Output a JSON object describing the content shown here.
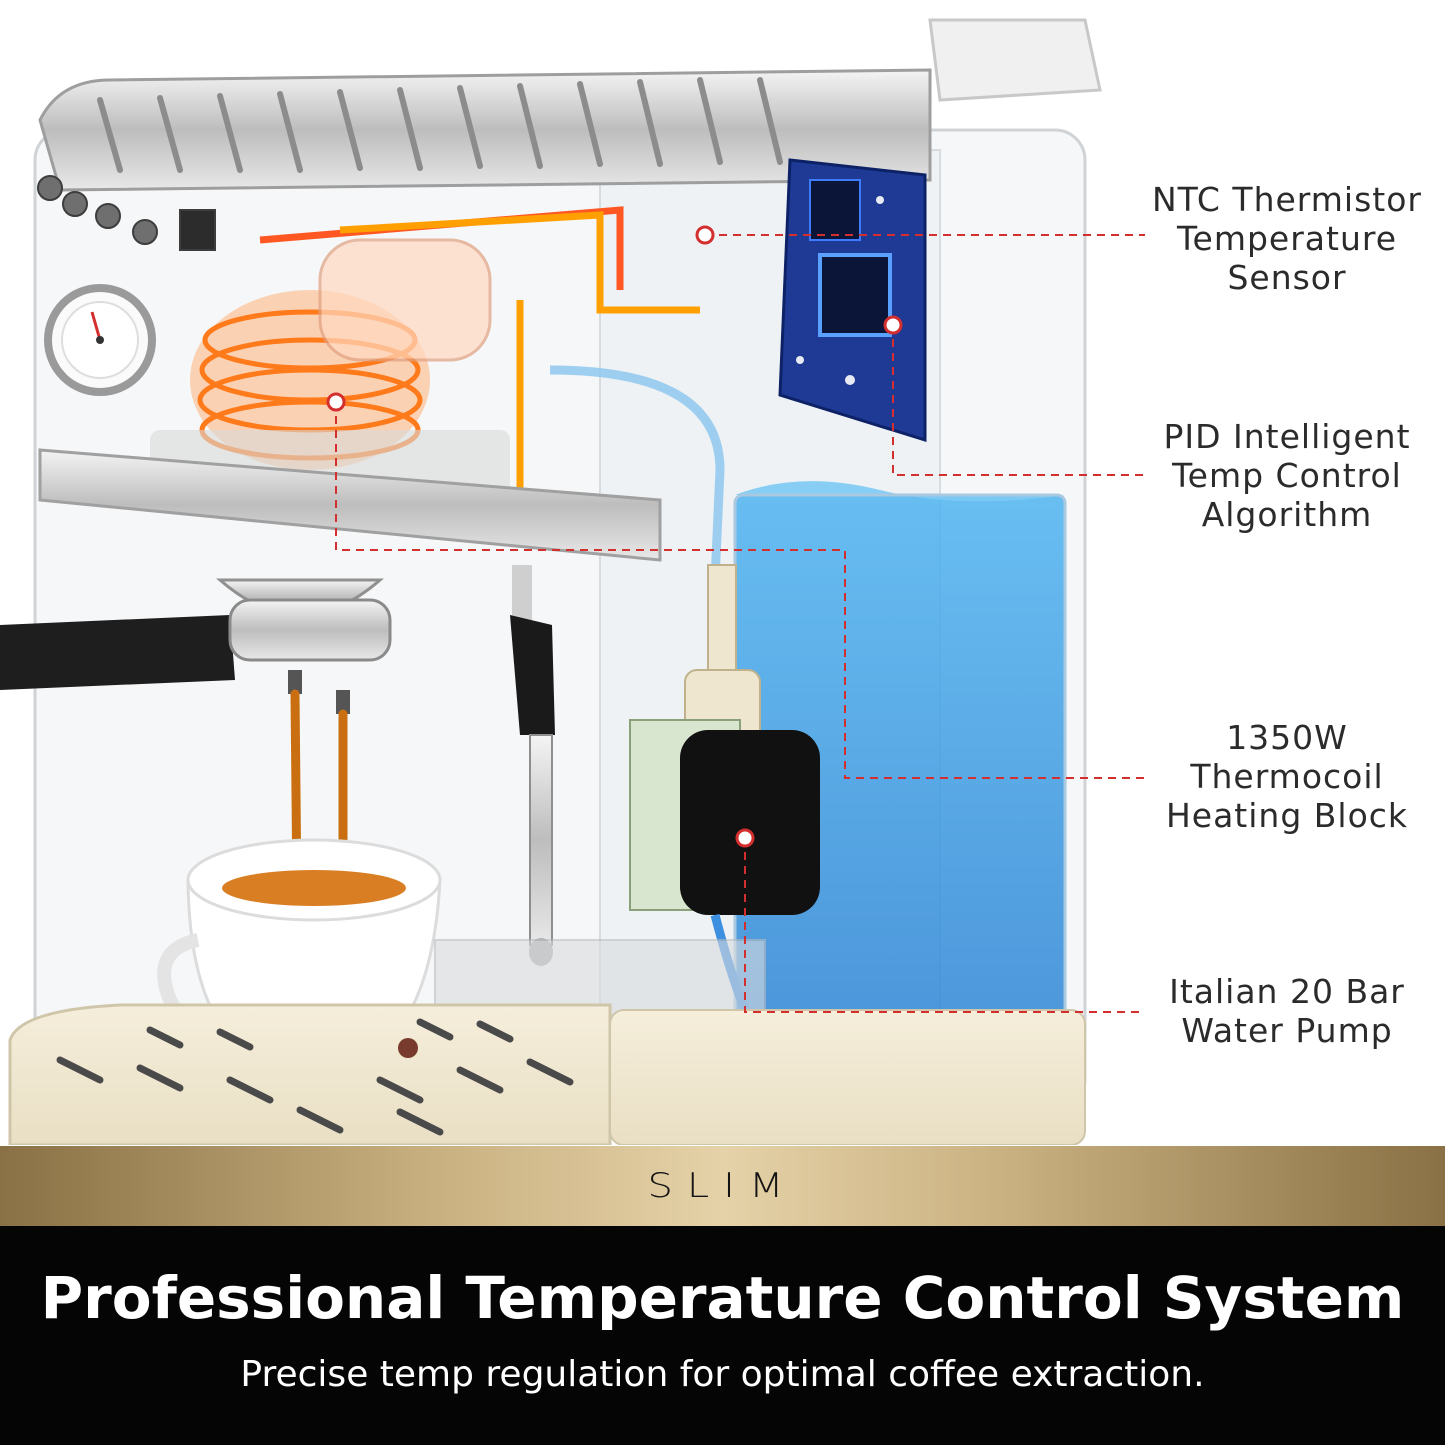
{
  "callouts": [
    {
      "label": "NTC Thermistor\nTemperature\nSensor"
    },
    {
      "label": "PID Intelligent\nTemp Control\nAlgorithm"
    },
    {
      "label": "1350W\nThermocoil\nHeating Block"
    },
    {
      "label": "Italian 20 Bar\nWater Pump"
    }
  ],
  "banner": {
    "logo_text": "SLIM"
  },
  "footer": {
    "headline": "Professional Temperature Control System",
    "subheadline": "Precise temp regulation for optimal coffee extraction."
  },
  "colors": {
    "accent_red": "#d32f2f",
    "gold": "#c9b080",
    "water_blue": "#3da3e6",
    "coffee": "#c96f12",
    "dark_band": "#050505"
  }
}
